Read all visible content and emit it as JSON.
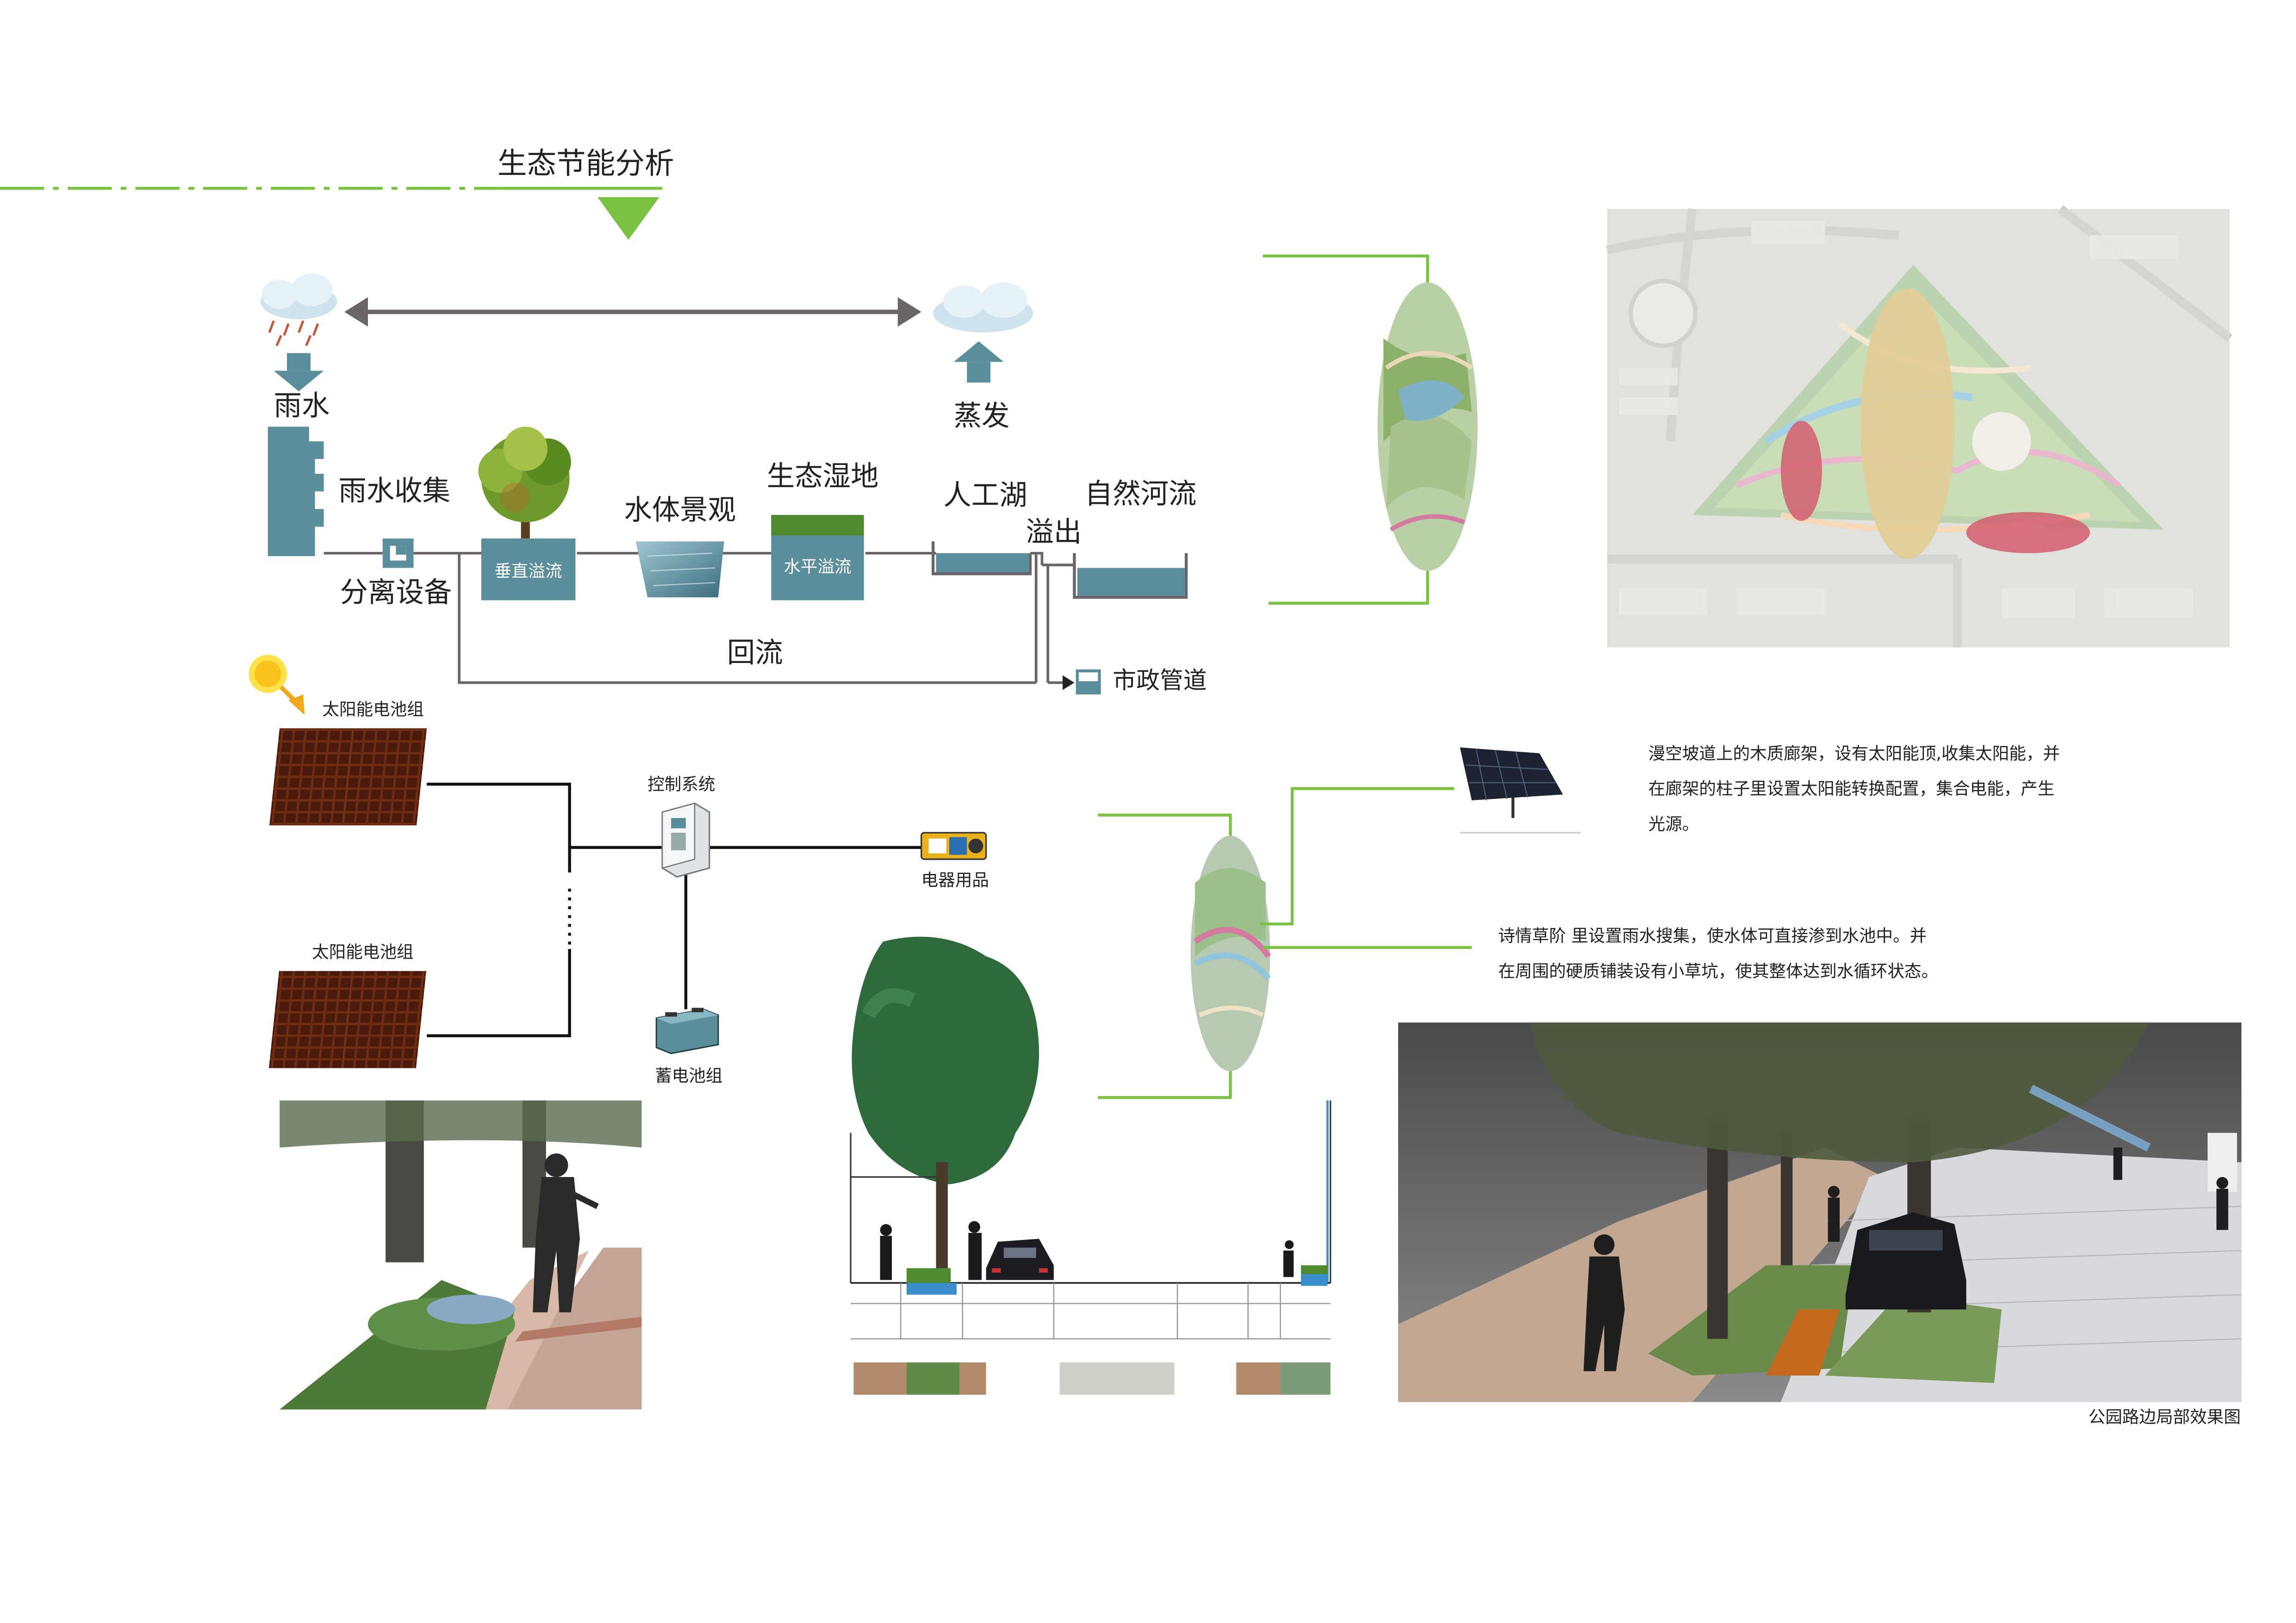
{
  "title": "生态节能分析",
  "water_cycle": {
    "rain": "雨水",
    "evaporation": "蒸发",
    "rain_collection": "雨水收集",
    "separation_device": "分离设备",
    "vertical_overflow": "垂直溢流",
    "water_landscape": "水体景观",
    "eco_wetland": "生态湿地",
    "horizontal_overflow": "水平溢流",
    "artificial_lake": "人工湖",
    "overflow": "溢出",
    "natural_river": "自然河流",
    "backflow": "回流",
    "municipal_pipe": "市政管道"
  },
  "solar_system": {
    "solar_panel_group_1": "太阳能电池组",
    "solar_panel_group_2": "太阳能电池组",
    "control_system": "控制系统",
    "appliances": "电器用品",
    "battery_group": "蓄电池组"
  },
  "notes": {
    "solar_corridor": "漫空坡道上的木质廊架，设有太阳能顶,收集太阳能，并在廊架的柱子里设置太阳能转换配置，集合电能，产生光源。",
    "rain_steps": "诗情草阶 里设置雨水搜集，使水体可直接渗到水池中。并在周围的硬质铺装设有小草坑，使其整体达到水循环状态。"
  },
  "render_caption": "公园路边局部效果图",
  "colors": {
    "accent_green": "#7cc242",
    "water_teal": "#5b8e9b",
    "line_gray": "#6b6468",
    "highlight_tan": "#d9bf7a",
    "highlight_red": "#c8394d"
  }
}
